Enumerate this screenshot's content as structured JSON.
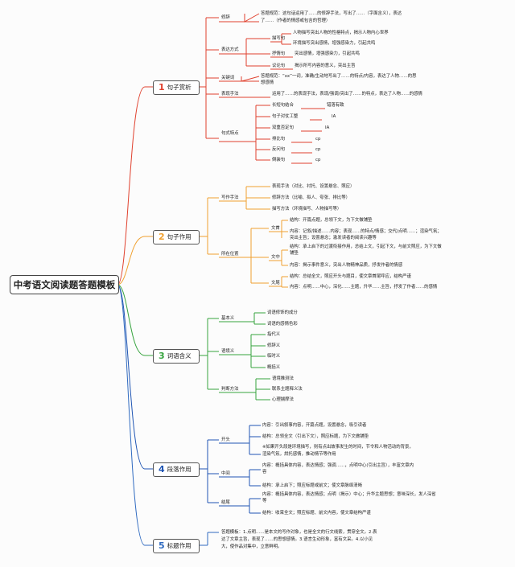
{
  "root_title": "中考语文阅读题答题模板",
  "sections": [
    {
      "num": "1",
      "label": "句子赏析",
      "color": "#e0412e"
    },
    {
      "num": "2",
      "label": "句子作用",
      "color": "#f0a030"
    },
    {
      "num": "3",
      "label": "词语含义",
      "color": "#36a33e"
    },
    {
      "num": "4",
      "label": "段落作用",
      "color": "#1f55b3"
    },
    {
      "num": "5",
      "label": "标题作用",
      "color": "#2f6ac0"
    }
  ],
  "s1": {
    "xiuci": "修辞",
    "xiuci_text": [
      "答题规范：这句话运用了……的修辞手法，写出了……（字面含义），表达",
      "了……（作者的情感或包含的哲理）"
    ],
    "biaoda": "表达方式",
    "miaoxie": "描写句",
    "miaoxie_items": [
      "人物描写突出人物的性格特点，揭示人物内心世界",
      "环境描写突出感情，增强感染力，引起共鸣"
    ],
    "shuqing": "抒情句",
    "shuqing_text": "突出感情，增强感染力，引起共鸣",
    "yilun": "议论句",
    "yilun_text": "揭示所写内容的意义，突出主旨",
    "guanjianci": "关键词",
    "guanjianci_text": [
      "答题规范：“xx”一词，准确/生动地写出了……的特点/内容，表达了人物……的思",
      "想感情"
    ],
    "shoufa": "表现手法",
    "shoufa_text": "运用了……的表现手法，表现/强调/突出了……的特点，表达了人物……的感情",
    "jushi": "句式特点",
    "jushi_items": [
      {
        "k": "长短句结合",
        "v": "错落有致"
      },
      {
        "k": "句子对仗工整",
        "v": "IA"
      },
      {
        "k": "双重否定句",
        "v": "IA"
      },
      {
        "k": "排比句",
        "v": "cp"
      },
      {
        "k": "反问句",
        "v": "cp"
      },
      {
        "k": "倒装句",
        "v": "cp"
      }
    ]
  },
  "s2": {
    "xiezuo": "写作手法",
    "xiezuo_items": [
      "表现手法（对比、衬托、设置悬念、照应）",
      "修辞方法（比喻、拟人、夸张、排比等）",
      "描写方法（环境描写、人物描写等）"
    ],
    "weizhi": "所在位置",
    "wenshou": "文首",
    "wenshou_items": [
      "结构：开篇点题，总领下文，为下文做铺垫",
      "内容：记叙/描述……内容；表现……的特点/情感；交代/点明……；渲染气氛；",
      "突出主旨；设置悬念；激发读者的阅读兴趣等"
    ],
    "wenzhong": "文中",
    "wenzhong_items": [
      "结构：承上启下的过渡衔接作用，总结上文，引起下文，与前文照应，为下文做",
      "铺垫",
      "内容：揭示事件意义，突出人物精神品质，抒发作者的情感"
    ],
    "wenwei": "文尾",
    "wenwei_items": [
      "结构：总结全文，照应开头与题目，使文章首尾呼应，结构严谨",
      "内容：点明……中心，深化……主题，升华……主旨，抒发了作者……的感情"
    ]
  },
  "s3": {
    "jiben": "基本义",
    "jiben_items": [
      "词语修饰的成分",
      "词语的感情色彩"
    ],
    "yuanjing": "语境义",
    "yuanjing_items": [
      "指代义",
      "修辞义",
      "临时义",
      "概括义"
    ],
    "panduan": "判断方法",
    "panduan_items": [
      "语境推测法",
      "联系主题释义法",
      "心理揣摩法"
    ]
  },
  "s4": {
    "kaitou": "开头",
    "kaitou_items": [
      "内容：引出叙事内容，开篇点题，设置悬念，吸引读者",
      "结构：总领全文（引出下文），照应标题，为下文做铺垫",
      "※如果开头段是环境描写，则有点出故事发生的时间，节令和人物活动的背景，",
      "渲染气氛，烘托感情，推动情节等作用"
    ],
    "zhongjian": "中间",
    "zhongjian_items": [
      "内容：概括具体内容，表达情感；强调……，点明中心(引出主旨），丰富文章内",
      "容",
      "结构：承上启下；照应标题或前文；使文章脉络清晰"
    ],
    "jiewei": "结尾",
    "jiewei_items": [
      "内容：概括具体内容，表达情感；点明（揭示）中心；升华主题思想；意味深长，发人深省",
      "等",
      "结构：收束全文；照应标题、前文内容，使文章结构严谨"
    ]
  },
  "s5": {
    "text": [
      "答题模板：1.点明……是本文的写作对象，也是全文的行文线索，贯穿全文。2.表",
      "达了文章主旨，表现了……的思想感情。3.语言生动形象，富有文采。4.以小见",
      "大，使作品对集中，立意鲜明。"
    ]
  }
}
